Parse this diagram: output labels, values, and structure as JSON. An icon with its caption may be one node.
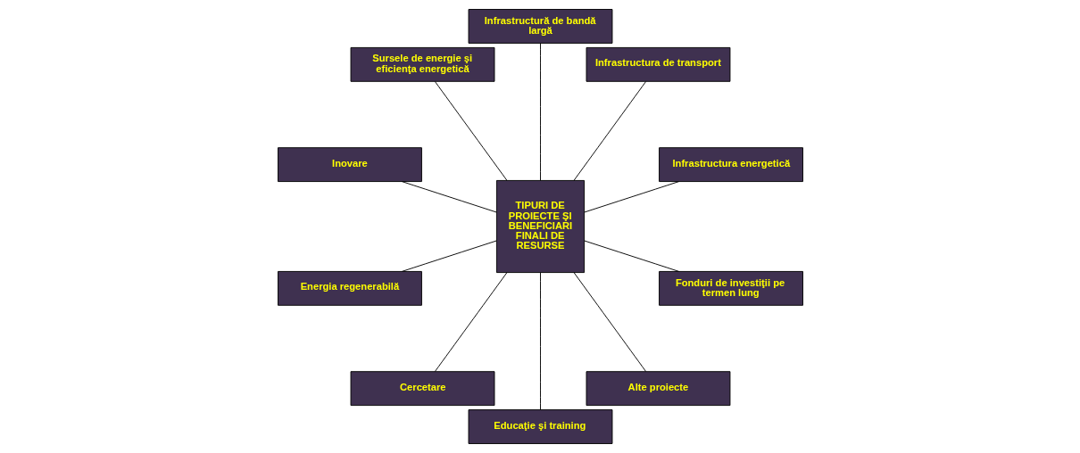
{
  "diagram": {
    "nodes": [
      {
        "text": [
          "Infrastructura energetică"
        ]
      },
      {
        "text": [
          "Infrastructura de transport"
        ]
      },
      {
        "text": [
          "Infrastructură de bandă largă"
        ]
      },
      {
        "text": [
          "Sursele de energie şi eficienţa energetică"
        ]
      },
      {
        "text": [
          "TIPURI DE PROIECTE ŞI BENEFICIARI FINALI DE RESURSE"
        ]
      },
      {
        "text": [
          "Inovare"
        ]
      },
      {
        "text": [
          "Energia regenerabilă"
        ]
      },
      {
        "text": [
          "Cercetare"
        ]
      },
      {
        "text": [
          "Educaţie şi training"
        ]
      },
      {
        "text": [
          "Alte proiecte"
        ]
      },
      {
        "text": [
          "Fonduri de investiţii pe termen lung"
        ]
      }
    ],
    "edges": [
      {
        "from": 4,
        "to": 0,
        "arrow": "none"
      },
      {
        "from": 4,
        "to": 1,
        "arrow": "none"
      },
      {
        "from": 4,
        "to": 2,
        "arrow": "none"
      },
      {
        "from": 4,
        "to": 3,
        "arrow": "none"
      },
      {
        "from": 4,
        "to": 5,
        "arrow": "none"
      },
      {
        "from": 4,
        "to": 6,
        "arrow": "none"
      },
      {
        "from": 4,
        "to": 7,
        "arrow": "none"
      },
      {
        "from": 4,
        "to": 8,
        "arrow": "none"
      },
      {
        "from": 4,
        "to": 9,
        "arrow": "none"
      },
      {
        "from": 4,
        "to": 10,
        "arrow": "none"
      }
    ]
  }
}
